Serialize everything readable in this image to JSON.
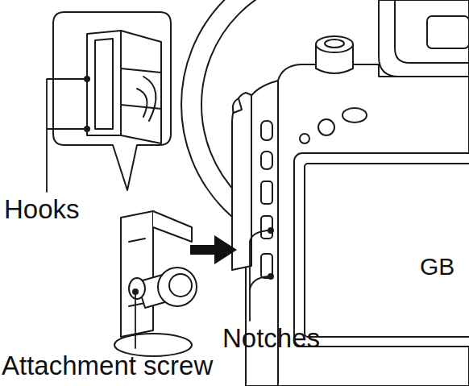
{
  "diagram": {
    "labels": [
      "Hooks",
      "Attachment screw",
      "Notches",
      "GB"
    ]
  }
}
